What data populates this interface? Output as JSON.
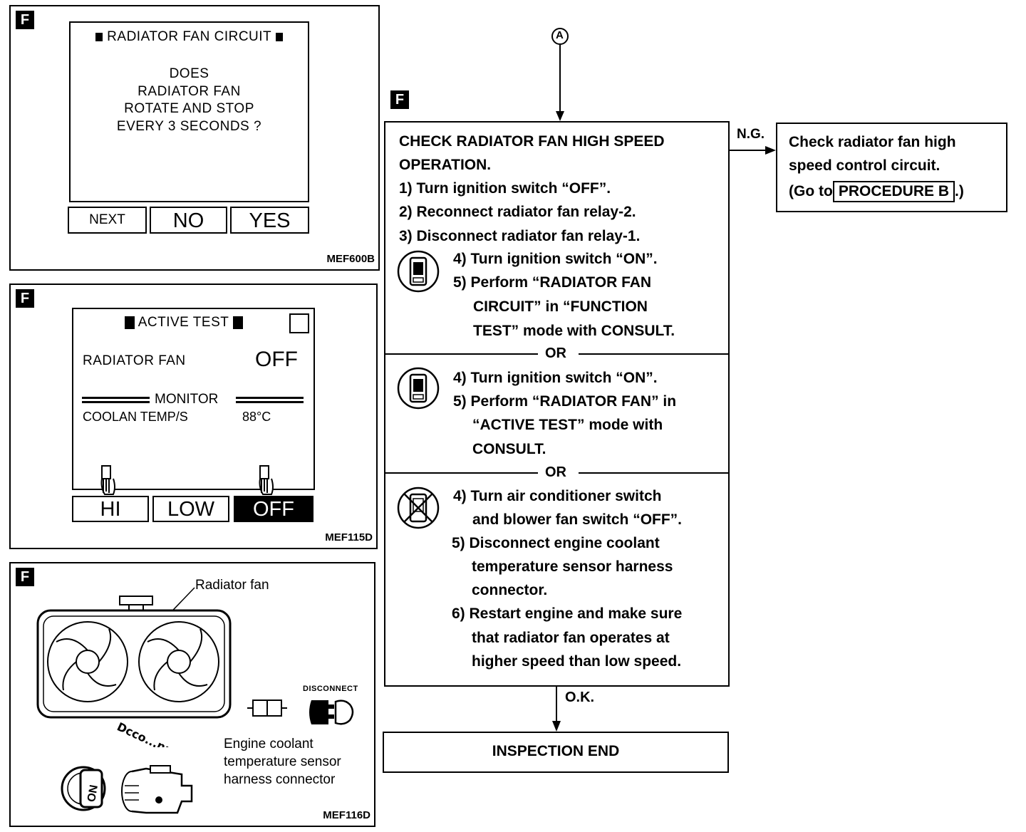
{
  "panel1": {
    "tag": "F",
    "screen_title": "RADIATOR FAN CIRCUIT",
    "question_lines": [
      "DOES",
      "RADIATOR FAN",
      "ROTATE AND STOP",
      "EVERY 3 SECONDS ?"
    ],
    "buttons": [
      "NEXT",
      "NO",
      "YES"
    ],
    "code": "MEF600B"
  },
  "panel2": {
    "tag": "F",
    "screen_title": "ACTIVE TEST",
    "item_label": "RADIATOR FAN",
    "item_value": "OFF",
    "monitor_label": "MONITOR",
    "sensor_label": "COOLAN TEMP/S",
    "sensor_value": "88°C",
    "buttons": [
      "HI",
      "LOW",
      "OFF"
    ],
    "code": "MEF115D"
  },
  "panel3": {
    "tag": "F",
    "fan_label": "Radiator fan",
    "disconnect_label": "DISCONNECT",
    "connector_lines": [
      "Engine coolant",
      "temperature sensor",
      "harness connector"
    ],
    "key_label": "ON",
    "code": "MEF116D"
  },
  "flow": {
    "connector": "A",
    "tag": "F",
    "main_title_lines": [
      "CHECK RADIATOR FAN HIGH SPEED",
      "OPERATION."
    ],
    "steps_common": [
      "1) Turn ignition switch “OFF”.",
      "2) Reconnect radiator fan relay-2.",
      "3) Disconnect radiator fan relay-1."
    ],
    "section1": [
      "4) Turn ignition switch “ON”.",
      "5) Perform “RADIATOR FAN",
      "CIRCUIT” in “FUNCTION",
      "TEST” mode with CONSULT."
    ],
    "or_label": "OR",
    "section2": [
      "4) Turn ignition switch “ON”.",
      "5) Perform “RADIATOR FAN” in",
      "“ACTIVE TEST” mode with",
      "CONSULT."
    ],
    "section3": [
      "4) Turn air conditioner switch",
      "and blower fan switch “OFF”.",
      "5) Disconnect engine coolant",
      "temperature sensor harness",
      "connector.",
      "6) Restart engine and make sure",
      "that radiator fan operates at",
      "higher speed than low speed."
    ],
    "ng_label": "N.G.",
    "ng_box_lines": [
      "Check radiator fan high",
      "speed control circuit."
    ],
    "ng_go_prefix": "(Go to",
    "ng_procedure": "PROCEDURE B",
    "ng_go_suffix": ".)",
    "ok_label": "O.K.",
    "end_label": "INSPECTION END"
  }
}
